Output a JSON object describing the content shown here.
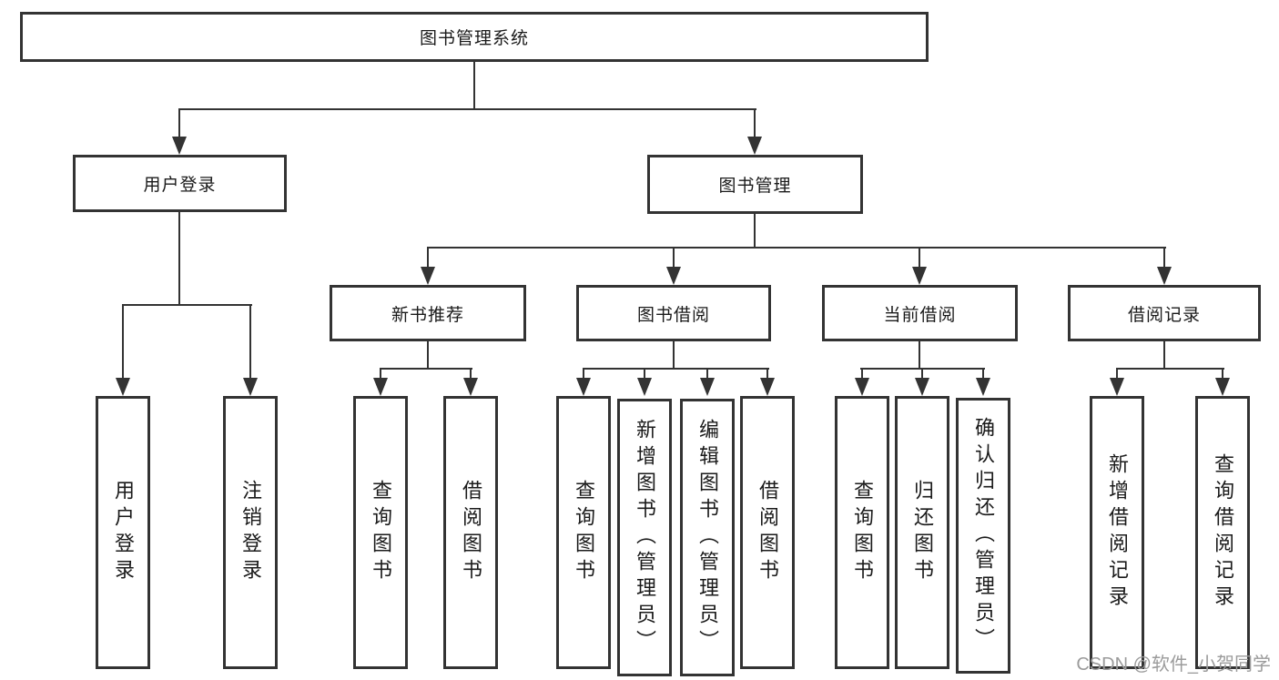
{
  "tree": {
    "root": {
      "label": "图书管理系统"
    },
    "children": [
      {
        "label": "用户登录",
        "children": [
          {
            "label": "用户登录"
          },
          {
            "label": "注销登录"
          }
        ]
      },
      {
        "label": "图书管理",
        "children": [
          {
            "label": "新书推荐",
            "children": [
              {
                "label": "查询图书"
              },
              {
                "label": "借阅图书"
              }
            ]
          },
          {
            "label": "图书借阅",
            "children": [
              {
                "label": "查询图书"
              },
              {
                "label": "新增图书（管理员）"
              },
              {
                "label": "编辑图书（管理员）"
              },
              {
                "label": "借阅图书"
              }
            ]
          },
          {
            "label": "当前借阅",
            "children": [
              {
                "label": "查询图书"
              },
              {
                "label": "归还图书"
              },
              {
                "label": "确认归还（管理员）"
              }
            ]
          },
          {
            "label": "借阅记录",
            "children": [
              {
                "label": "新增借阅记录"
              },
              {
                "label": "查询借阅记录"
              }
            ]
          }
        ]
      }
    ]
  },
  "watermark": "CSDN @软件_小贺同学",
  "colors": {
    "line": "#333333",
    "text": "#1a1a1a",
    "watermark": "#9b9b9b",
    "background": "#ffffff"
  }
}
